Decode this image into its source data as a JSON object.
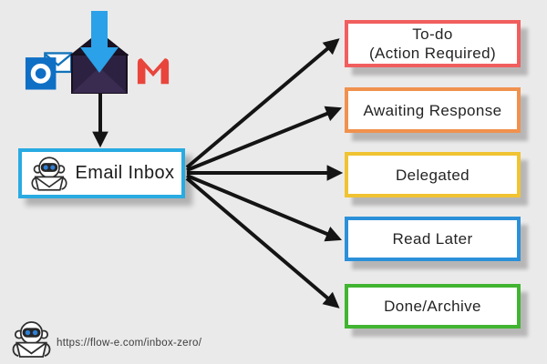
{
  "colors": {
    "background": "#ebeaea",
    "arrow_black": "#141414",
    "outlook_blue": "#0f6fc5",
    "gmail_red": "#e8453c",
    "incoming_arrow_blue": "#2aa1e8",
    "robot_eye_blue": "#2f7fd4"
  },
  "sources": {
    "outlook_icon": "outlook-icon",
    "incoming_mail_icon": "incoming-mail-icon",
    "gmail_icon": "gmail-icon"
  },
  "inbox": {
    "label": "Email Inbox",
    "border_color": "#29abe2"
  },
  "categories": [
    {
      "label": "To-do",
      "sublabel": "(Action Required)",
      "border_color": "#f15e5e"
    },
    {
      "label": "Awaiting Response",
      "sublabel": "",
      "border_color": "#f0914d"
    },
    {
      "label": "Delegated",
      "sublabel": "",
      "border_color": "#f0c332"
    },
    {
      "label": "Read Later",
      "sublabel": "",
      "border_color": "#2b90d9"
    },
    {
      "label": "Done/Archive",
      "sublabel": "",
      "border_color": "#41b431"
    }
  ],
  "footer": {
    "url": "https://flow-e.com/inbox-zero/"
  }
}
